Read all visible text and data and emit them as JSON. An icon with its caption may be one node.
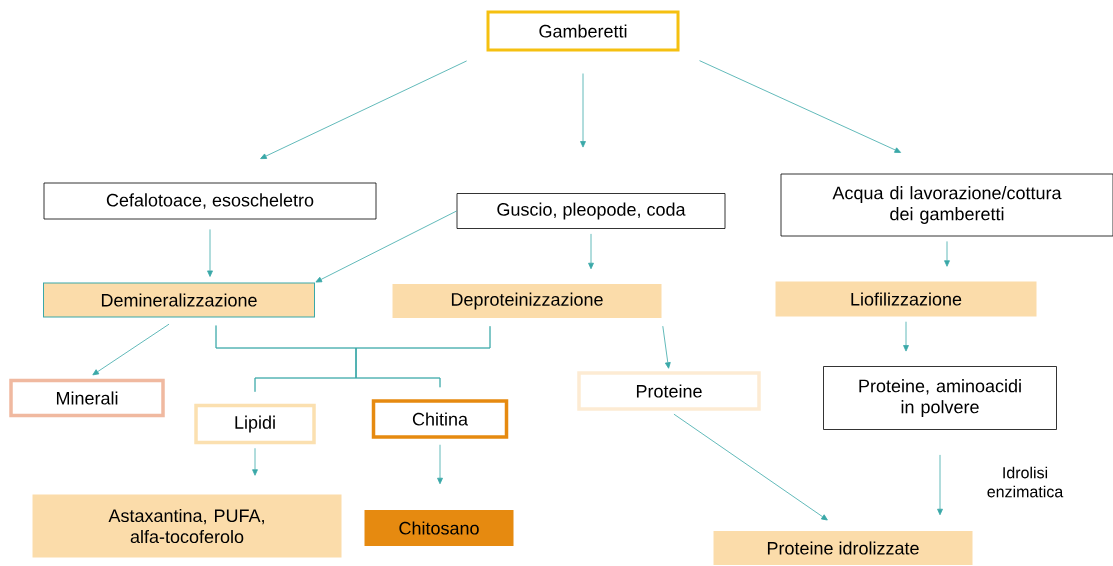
{
  "diagram": {
    "nodes": [
      {
        "text": [
          "Gamberetti"
        ]
      },
      {
        "text": [
          "Cefalotoace, esoscheletro"
        ]
      },
      {
        "text": [
          "Guscio, pleopode, coda"
        ]
      },
      {
        "text": [
          "Acqua di lavorazione/cottura dei gamberetti"
        ]
      },
      {
        "text": [
          "Demineralizzazione"
        ]
      },
      {
        "text": [
          "Deproteinizzazione"
        ]
      },
      {
        "text": [
          "Liofilizzazione"
        ]
      },
      {
        "text": [
          "Minerali"
        ]
      },
      {
        "text": [
          "Lipidi"
        ]
      },
      {
        "text": [
          "Chitina"
        ]
      },
      {
        "text": [
          "Proteine"
        ]
      },
      {
        "text": [
          "Proteine, aminoacidi in polvere"
        ]
      },
      {
        "text": [
          "Astaxantina, PUFA, alfa-tocoferolo"
        ]
      },
      {
        "text": [
          "Chitosano"
        ]
      },
      {
        "text": [
          "Proteine idrolizzate"
        ]
      }
    ],
    "edges": [
      {
        "from": 0,
        "to": 1,
        "arrow": "to"
      },
      {
        "from": 0,
        "to": 2,
        "arrow": "to"
      },
      {
        "from": 0,
        "to": 3,
        "arrow": "to"
      },
      {
        "from": 1,
        "to": 4,
        "arrow": "to"
      },
      {
        "from": 2,
        "to": 4,
        "arrow": "to"
      },
      {
        "from": 2,
        "to": 5,
        "arrow": "to"
      },
      {
        "from": 3,
        "to": 6,
        "arrow": "to"
      },
      {
        "from": 4,
        "to": 7,
        "arrow": "to"
      },
      {
        "from": 5,
        "to": 10,
        "arrow": "to"
      },
      {
        "from": 6,
        "to": 11,
        "arrow": "to"
      },
      {
        "from": 10,
        "to": 14,
        "arrow": "to"
      },
      {
        "from": 11,
        "to": 14,
        "arrow": "to",
        "label": "Idrolisi enzimatica"
      },
      {
        "from": 8,
        "to": 12,
        "arrow": "to"
      },
      {
        "from": 9,
        "to": 13,
        "arrow": "to"
      },
      {
        "from": 4,
        "to": 8,
        "arrow": "none"
      },
      {
        "from": 4,
        "to": 9,
        "arrow": "none"
      },
      {
        "from": 5,
        "to": 8,
        "arrow": "none"
      },
      {
        "from": 5,
        "to": 9,
        "arrow": "none"
      }
    ]
  }
}
